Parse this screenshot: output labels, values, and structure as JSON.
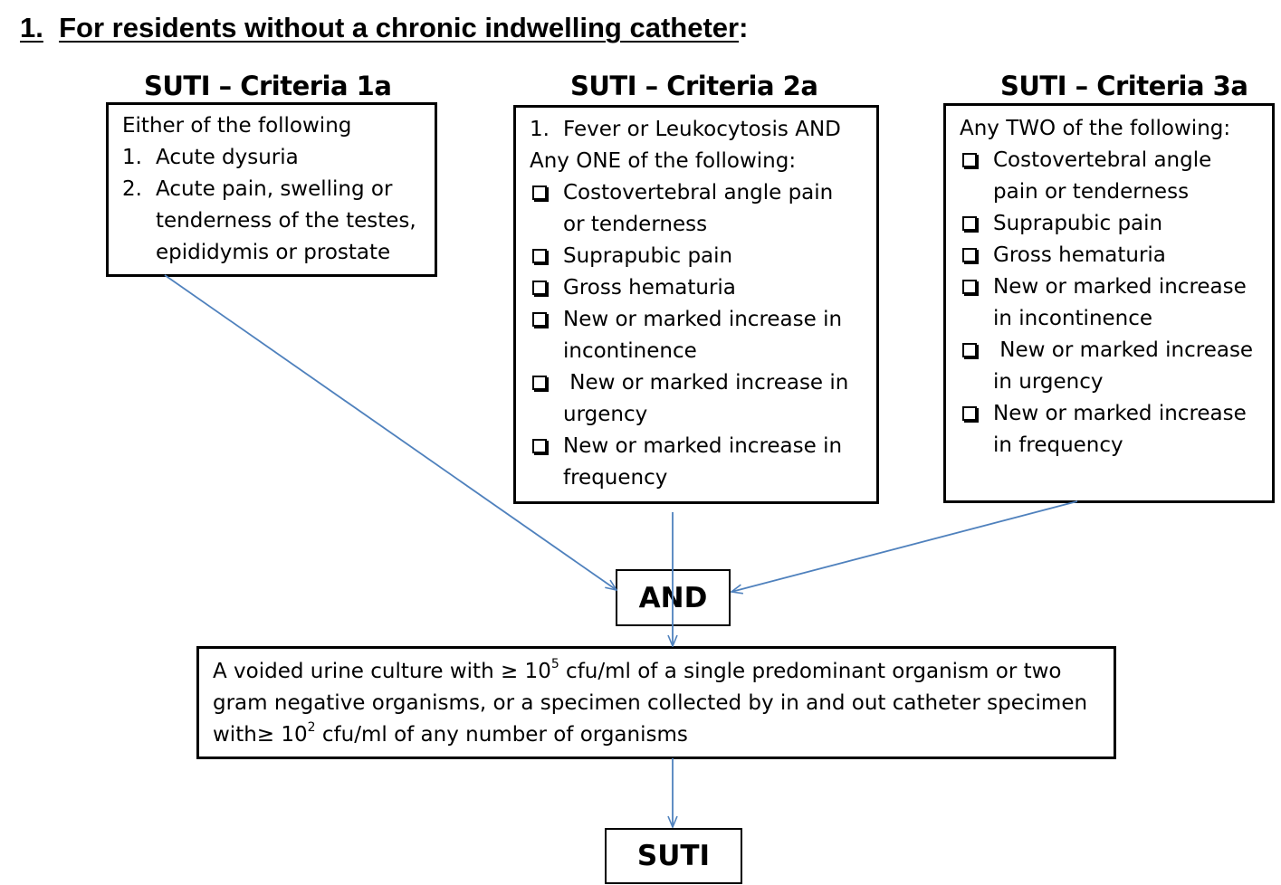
{
  "heading": {
    "number": "1.",
    "text": "For residents without a chronic indwelling catheter",
    "suffix": ":"
  },
  "criteria_1a": {
    "title": "SUTI – Criteria 1a",
    "intro": "Either of the following",
    "items": [
      {
        "num": "1.",
        "lines": [
          "Acute dysuria"
        ]
      },
      {
        "num": "2.",
        "lines": [
          "Acute pain, swelling or",
          "tenderness of the testes,",
          "epididymis or prostate"
        ]
      }
    ]
  },
  "criteria_2a": {
    "title": "SUTI – Criteria 2a",
    "lead_num": "1.",
    "lead": "Fever or Leukocytosis AND",
    "intro": "Any ONE of the following:",
    "items": [
      [
        "Costovertebral angle pain",
        "or tenderness"
      ],
      [
        "Suprapubic pain"
      ],
      [
        "Gross hematuria"
      ],
      [
        "New or marked increase in",
        "incontinence"
      ],
      [
        " New or marked increase in",
        "urgency"
      ],
      [
        "New or marked increase in",
        "frequency"
      ]
    ]
  },
  "criteria_3a": {
    "title": "SUTI – Criteria 3a",
    "intro": "Any TWO of the following:",
    "items": [
      [
        "Costovertebral angle",
        "pain or tenderness"
      ],
      [
        "Suprapubic pain"
      ],
      [
        "Gross hematuria"
      ],
      [
        "New or marked increase",
        "in incontinence"
      ],
      [
        " New or marked increase",
        "in urgency"
      ],
      [
        "New or marked increase",
        "in frequency"
      ]
    ]
  },
  "and_label": "AND",
  "culture": {
    "line1_a": "A voided urine culture with ",
    "line1_sym": "≥",
    "line1_b": " 10",
    "line1_sup": "5",
    "line1_c": " cfu/ml of a single predominant organism or two",
    "line2": "gram negative organisms, or a specimen collected by in and out catheter specimen",
    "line3_a": "with",
    "line3_sym": "≥",
    "line3_b": " 10",
    "line3_sup": "2",
    "line3_c": " cfu/ml of any number of organisms"
  },
  "outcome_label": "SUTI",
  "colors": {
    "connector": "#4f81bd",
    "border": "#000000"
  }
}
